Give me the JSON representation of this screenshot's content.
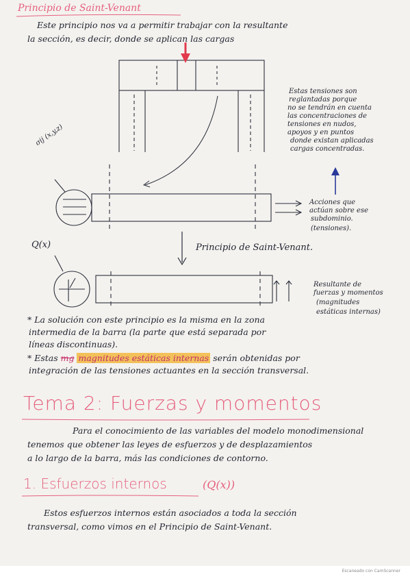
{
  "heading": "Principio de Saint-Venant",
  "intro": [
    "Este principio nos va a permitir trabajar con la resultante",
    "la sección, es decir, donde se aplican las cargas"
  ],
  "note_top": [
    "Estas tensiones son",
    "reglantadas porque",
    "no se tendrán en cuenta",
    "las concentraciones de",
    "tensiones en nudos,",
    "apoyos y en puntos",
    "donde existan aplicadas",
    "cargas concentradas."
  ],
  "sigma_label": "σij (x,y,z)",
  "q_label": "Q(x)",
  "note_actions": [
    "Acciones que",
    "actúan sobre ese",
    "subdominio.",
    "(tensiones)."
  ],
  "principle_label": "Principio de Saint-Venant.",
  "note_result": [
    "Resultante de",
    "fuerzas y momentos",
    "(magnitudes",
    "estáticas internas)"
  ],
  "bullet1": [
    "* La solución con este principio es la misma en la zona",
    "intermedia de la barra (la parte que está separada por",
    "líneas discontinuas)."
  ],
  "bullet2_prefix": "* Estas",
  "bullet2_struck": "mg",
  "bullet2_highlight": "magnitudes estáticas internas",
  "bullet2_suffix": "serán obtenidas por",
  "bullet2_line2": "integración de las tensiones actuantes en la sección transversal.",
  "tema_title": "Tema 2: Fuerzas y momentos",
  "tema_body": [
    "Para el conocimiento de las variables del modelo monodimensional",
    "tenemos que obtener las leyes de esfuerzos y de desplazamientos",
    "a lo largo de la barra, más las condiciones de contorno."
  ],
  "section_title": "1. Esfuerzos internos",
  "section_symbol": "(Q(x))",
  "section_body": [
    "Estos esfuerzos internos están asociados a toda la sección",
    "transversal, como vimos en el Principio de Saint-Venant."
  ],
  "footer": "Escaneado con CamScanner",
  "colors": {
    "ink": "#1e2230",
    "pink": "#e5607f",
    "red": "#e84a6c",
    "highlight": "#f2c15a",
    "blue": "#2a3a9a"
  }
}
